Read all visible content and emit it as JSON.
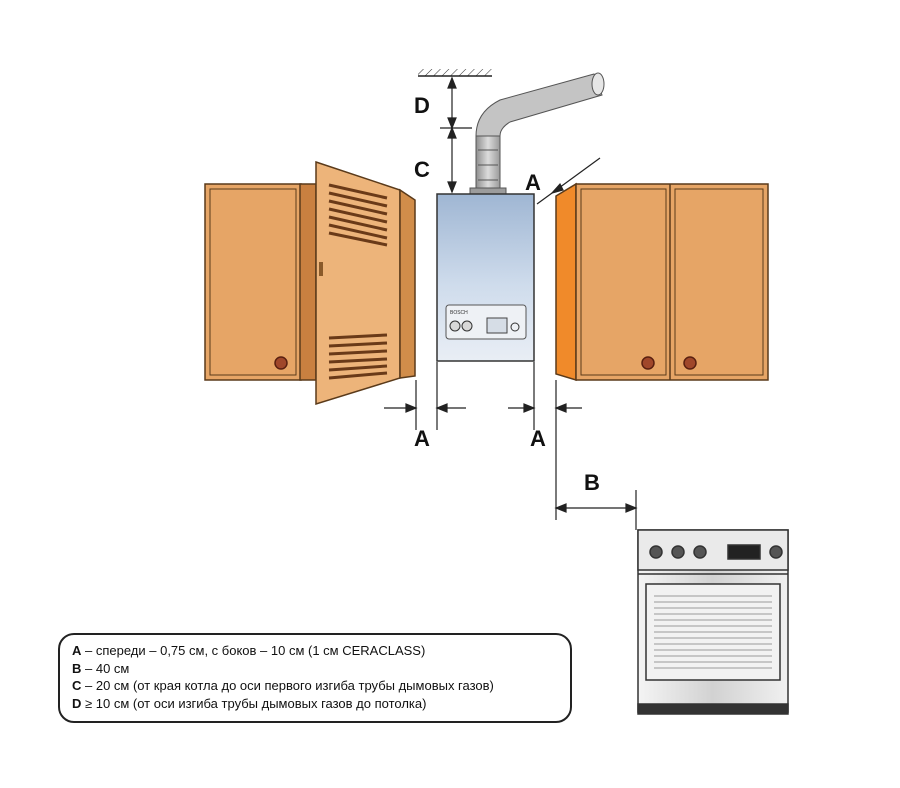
{
  "labels": {
    "d": "D",
    "c": "C",
    "a_top": "A",
    "a_left": "A",
    "a_right": "A",
    "b": "B"
  },
  "boiler_panel": {
    "brand": "BOSCH"
  },
  "legend": {
    "rows": [
      {
        "key": "A",
        "text": " – спереди – 0,75 см, с боков – 10 см (1 см CERACLASS)"
      },
      {
        "key": "B",
        "text": " – 40 см"
      },
      {
        "key": "C",
        "text": " – 20 см (от края котла до оси первого изгиба трубы дымовых газов)"
      },
      {
        "key": "D",
        "text": " ≥ 10 см (от оси изгиба трубы дымовых газов до потолка)"
      }
    ]
  },
  "colors": {
    "cabinet": "#E6A566",
    "cabinet_side": "#F08A2A",
    "cabinet_door": "#EDB47A",
    "vent_slat": "#8A4A22",
    "boiler_body": "#C7D8EC",
    "pipe": "#B8B8B8",
    "stove_body": "#E2E2E2"
  }
}
